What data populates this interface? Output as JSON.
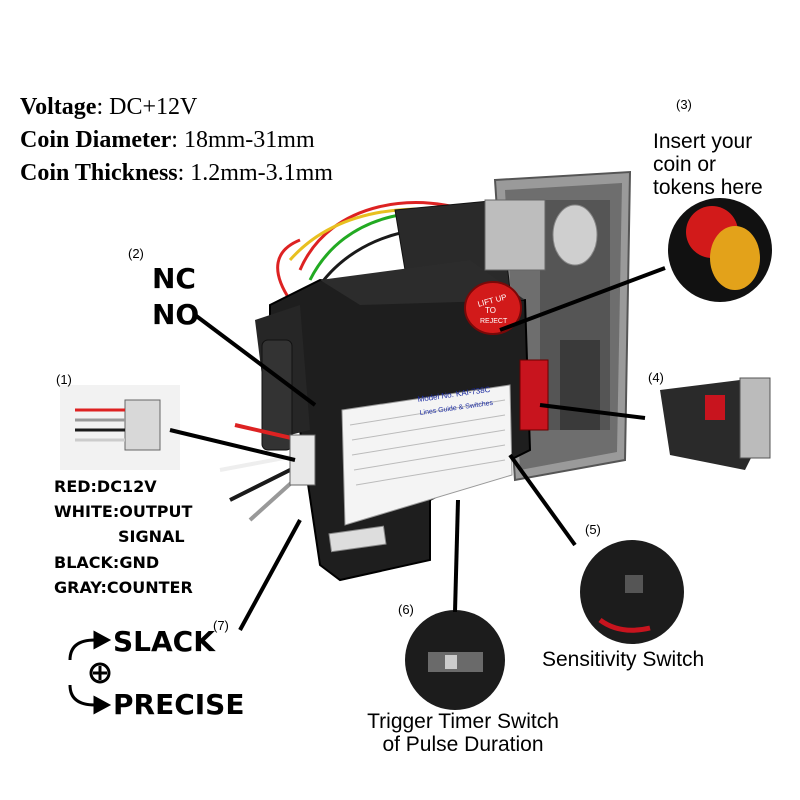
{
  "specs": [
    {
      "label": "Voltage",
      "value": ": DC+12V"
    },
    {
      "label": "Coin Diameter",
      "value": ": 18mm-31mm"
    },
    {
      "label": "Coin Thickness",
      "value": ": 1.2mm-3.1mm"
    }
  ],
  "callouts": {
    "n1": "(1)",
    "n2": "(2)",
    "n3": "(3)",
    "n4": "(4)",
    "n5": "(5)",
    "n6": "(6)",
    "n7": "(7)"
  },
  "switch_labels": {
    "nc": "NC",
    "no": "NO"
  },
  "wires": {
    "red": "RED:DC12V",
    "white1": "WHITE:OUTPUT",
    "white2": "SIGNAL",
    "black": "BLACK:GND",
    "gray": "GRAY:COUNTER"
  },
  "insert_text": [
    "Insert your",
    "coin or",
    "tokens here"
  ],
  "sensitivity": "Sensitivity Switch",
  "trigger": [
    "Trigger Timer Switch",
    "of Pulse Duration"
  ],
  "mode": {
    "slack": "SLACK",
    "precise": "PRECISE"
  },
  "device": {
    "model": "Model No. KAI-738C",
    "guide": "Lines Guide & Switches",
    "lift_up": "LIFT UP",
    "to": "TO",
    "reject": "REJECT"
  },
  "colors": {
    "device_body": "#1e1e1e",
    "red_button": "#d21a1a",
    "label_panel": "#f4f4f4",
    "accent_red": "#c8141e"
  }
}
